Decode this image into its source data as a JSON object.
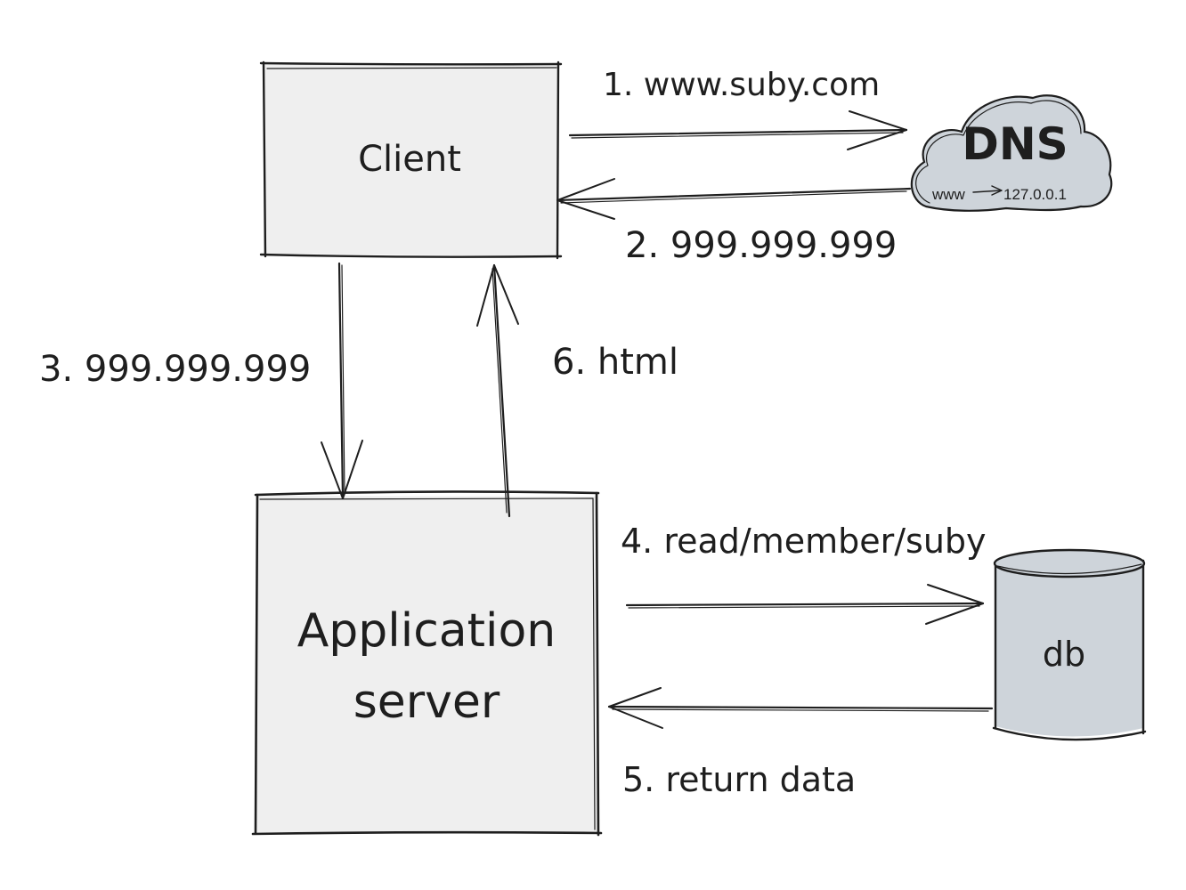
{
  "nodes": {
    "client": "Client",
    "dns": "DNS",
    "dns_record_from": "www",
    "dns_record_to": "127.0.0.1",
    "app_server_line1": "Application",
    "app_server_line2": "server",
    "db": "db"
  },
  "edges": {
    "step1": "1. www.suby.com",
    "step2": "2. 999.999.999",
    "step3": "3. 999.999.999",
    "step4": "4. read/member/suby",
    "step5": "5. return data",
    "step6": "6. html"
  },
  "colors": {
    "ink": "#1e1e1e",
    "box_fill": "#efefef",
    "shape_fill": "#ced4da"
  }
}
